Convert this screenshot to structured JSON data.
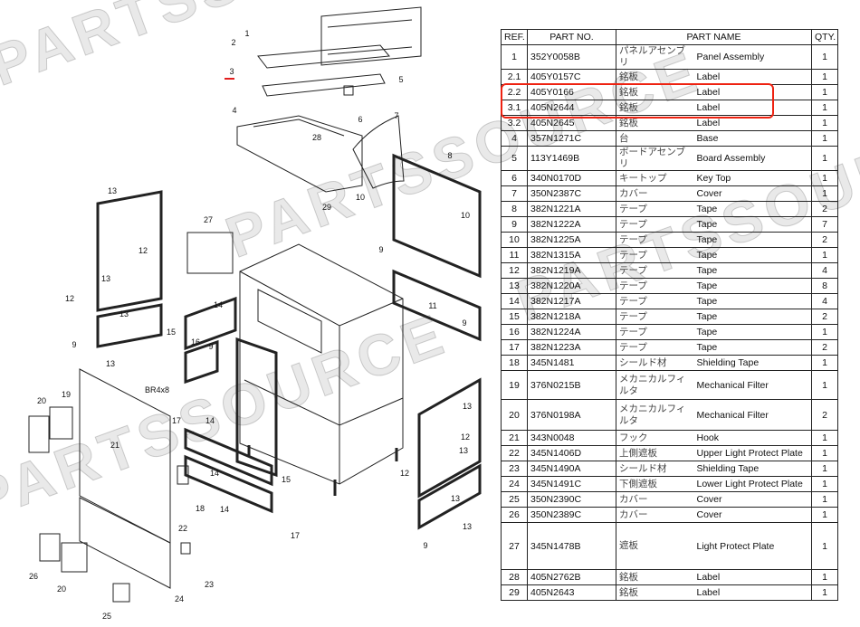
{
  "watermark": "PARTSSOURCE",
  "table": {
    "headers": {
      "ref": "REF.",
      "part_no": "PART NO.",
      "part_name": "PART NAME",
      "qty": "QTY."
    },
    "rows": [
      {
        "ref": "1",
        "part_no": "352Y0058B",
        "name_ja": "パネルアセンブリ",
        "name_en": "Panel Assembly",
        "qty": "1"
      },
      {
        "ref": "2.1",
        "part_no": "405Y0157C",
        "name_ja": "銘板",
        "name_en": "Label",
        "qty": "1"
      },
      {
        "ref": "2.2",
        "part_no": "405Y0166",
        "name_ja": "銘板",
        "name_en": "Label",
        "qty": "1"
      },
      {
        "ref": "3.1",
        "part_no": "405N2644",
        "name_ja": "銘板",
        "name_en": "Label",
        "qty": "1",
        "highlighted": true
      },
      {
        "ref": "3.2",
        "part_no": "405N2645",
        "name_ja": "銘板",
        "name_en": "Label",
        "qty": "1"
      },
      {
        "ref": "4",
        "part_no": "357N1271C",
        "name_ja": "台",
        "name_en": "Base",
        "qty": "1"
      },
      {
        "ref": "5",
        "part_no": "113Y1469B",
        "name_ja": "ボードアセンブリ",
        "name_en": "Board Assembly",
        "qty": "1"
      },
      {
        "ref": "6",
        "part_no": "340N0170D",
        "name_ja": "キートップ",
        "name_en": "Key Top",
        "qty": "1"
      },
      {
        "ref": "7",
        "part_no": "350N2387C",
        "name_ja": "カバー",
        "name_en": "Cover",
        "qty": "1"
      },
      {
        "ref": "8",
        "part_no": "382N1221A",
        "name_ja": "テープ",
        "name_en": "Tape",
        "qty": "2"
      },
      {
        "ref": "9",
        "part_no": "382N1222A",
        "name_ja": "テープ",
        "name_en": "Tape",
        "qty": "7"
      },
      {
        "ref": "10",
        "part_no": "382N1225A",
        "name_ja": "テープ",
        "name_en": "Tape",
        "qty": "2"
      },
      {
        "ref": "11",
        "part_no": "382N1315A",
        "name_ja": "テープ",
        "name_en": "Tape",
        "qty": "1"
      },
      {
        "ref": "12",
        "part_no": "382N1219A",
        "name_ja": "テープ",
        "name_en": "Tape",
        "qty": "4"
      },
      {
        "ref": "13",
        "part_no": "382N1220A",
        "name_ja": "テープ",
        "name_en": "Tape",
        "qty": "8"
      },
      {
        "ref": "14",
        "part_no": "382N1217A",
        "name_ja": "テープ",
        "name_en": "Tape",
        "qty": "4"
      },
      {
        "ref": "15",
        "part_no": "382N1218A",
        "name_ja": "テープ",
        "name_en": "Tape",
        "qty": "2"
      },
      {
        "ref": "16",
        "part_no": "382N1224A",
        "name_ja": "テープ",
        "name_en": "Tape",
        "qty": "1"
      },
      {
        "ref": "17",
        "part_no": "382N1223A",
        "name_ja": "テープ",
        "name_en": "Tape",
        "qty": "2"
      },
      {
        "ref": "18",
        "part_no": "345N1481",
        "name_ja": "シールド材",
        "name_en": "Shielding Tape",
        "qty": "1"
      },
      {
        "ref": "19",
        "part_no": "376N0215B",
        "name_ja": "メカニカルフィルタ",
        "name_en": "Mechanical Filter",
        "qty": "1"
      },
      {
        "ref": "20",
        "part_no": "376N0198A",
        "name_ja": "メカニカルフィルタ",
        "name_en": "Mechanical Filter",
        "qty": "2"
      },
      {
        "ref": "21",
        "part_no": "343N0048",
        "name_ja": "フック",
        "name_en": "Hook",
        "qty": "1"
      },
      {
        "ref": "22",
        "part_no": "345N1406D",
        "name_ja": "上側遮板",
        "name_en": "Upper Light Protect Plate",
        "qty": "1"
      },
      {
        "ref": "23",
        "part_no": "345N1490A",
        "name_ja": "シールド材",
        "name_en": "Shielding Tape",
        "qty": "1"
      },
      {
        "ref": "24",
        "part_no": "345N1491C",
        "name_ja": "下側遮板",
        "name_en": "Lower Light Protect Plate",
        "qty": "1"
      },
      {
        "ref": "25",
        "part_no": "350N2390C",
        "name_ja": "カバー",
        "name_en": "Cover",
        "qty": "1"
      },
      {
        "ref": "26",
        "part_no": "350N2389C",
        "name_ja": "カバー",
        "name_en": "Cover",
        "qty": "1"
      },
      {
        "ref": "27",
        "part_no": "345N1478B",
        "name_ja": "遮板",
        "name_en": "Light Protect Plate",
        "qty": "1"
      },
      {
        "ref": "28",
        "part_no": "405N2762B",
        "name_ja": "銘板",
        "name_en": "Label",
        "qty": "1"
      },
      {
        "ref": "29",
        "part_no": "405N2643",
        "name_ja": "銘板",
        "name_en": "Label",
        "qty": "1"
      }
    ]
  },
  "diagram": {
    "screw_label": "BR4x8",
    "callouts": [
      "1",
      "2",
      "3",
      "4",
      "5",
      "6",
      "7",
      "8",
      "9",
      "9",
      "9",
      "9",
      "9",
      "10",
      "10",
      "11",
      "12",
      "12",
      "12",
      "12",
      "13",
      "13",
      "13",
      "13",
      "13",
      "13",
      "13",
      "13",
      "14",
      "14",
      "14",
      "14",
      "15",
      "15",
      "16",
      "17",
      "17",
      "18",
      "19",
      "20",
      "20",
      "21",
      "22",
      "23",
      "24",
      "25",
      "26",
      "27",
      "28",
      "29"
    ]
  },
  "colors": {
    "highlight": "#e21e1e",
    "line": "#222222"
  }
}
